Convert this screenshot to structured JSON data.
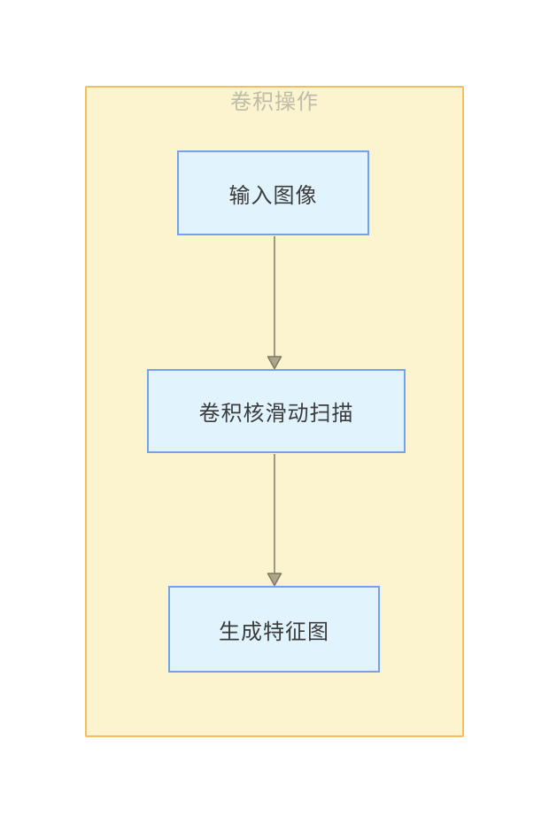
{
  "diagram": {
    "title": "卷积操作",
    "nodes": [
      {
        "id": "input",
        "label": "输入图像"
      },
      {
        "id": "scan",
        "label": "卷积核滑动扫描"
      },
      {
        "id": "output",
        "label": "生成特征图"
      }
    ],
    "edges": [
      {
        "from": "input",
        "to": "scan"
      },
      {
        "from": "scan",
        "to": "output"
      }
    ]
  },
  "colors": {
    "container_fill": "#FCF3CF",
    "container_border": "#F3BD60",
    "title_text": "#BEBCA8",
    "node_fill": "#E1F4FD",
    "node_border": "#74A1EB",
    "node_text": "#3B3B3B",
    "arrow_line": "#9C977E",
    "arrow_head_fill": "#ACA78C",
    "arrow_head_stroke": "#7E795F"
  }
}
